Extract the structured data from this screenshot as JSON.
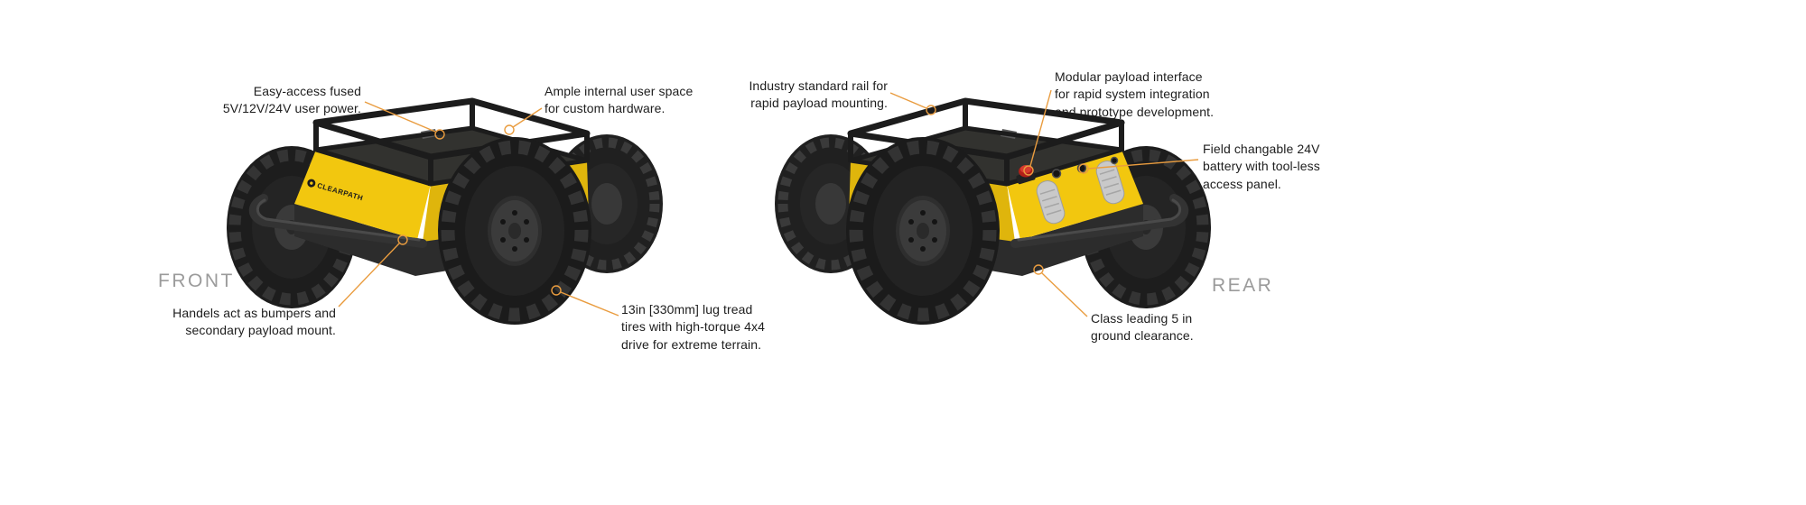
{
  "colors": {
    "accent_orange": "#E99C3F",
    "body_yellow": "#F2C70F",
    "tire_black": "#1B1B1B",
    "chassis_black": "#2D2D2D",
    "estop_red": "#C5231C",
    "view_label_gray": "#9B9B9B",
    "annotation_text": "#1D1D1D"
  },
  "robot": {
    "brand": "CLEARPATH"
  },
  "front_view": {
    "label": "FRONT",
    "annotations": {
      "user_power": {
        "text": "Easy-access fused\n5V/12V/24V user power."
      },
      "internal_space": {
        "text": "Ample internal user space\nfor custom hardware."
      },
      "handles": {
        "text": "Handels act as bumpers and\nsecondary payload mount."
      },
      "tires": {
        "text": "13in [330mm] lug tread\ntires with high-torque 4x4\ndrive for extreme terrain."
      }
    }
  },
  "rear_view": {
    "label": "REAR",
    "annotations": {
      "rail": {
        "text": "Industry standard rail for\nrapid payload mounting."
      },
      "payload_interface": {
        "text": "Modular payload interface\nfor rapid system integration\nand prototype development."
      },
      "battery": {
        "text": "Field changable 24V\nbattery with tool-less\naccess panel."
      },
      "clearance": {
        "text": "Class leading 5 in\nground clearance."
      }
    }
  }
}
